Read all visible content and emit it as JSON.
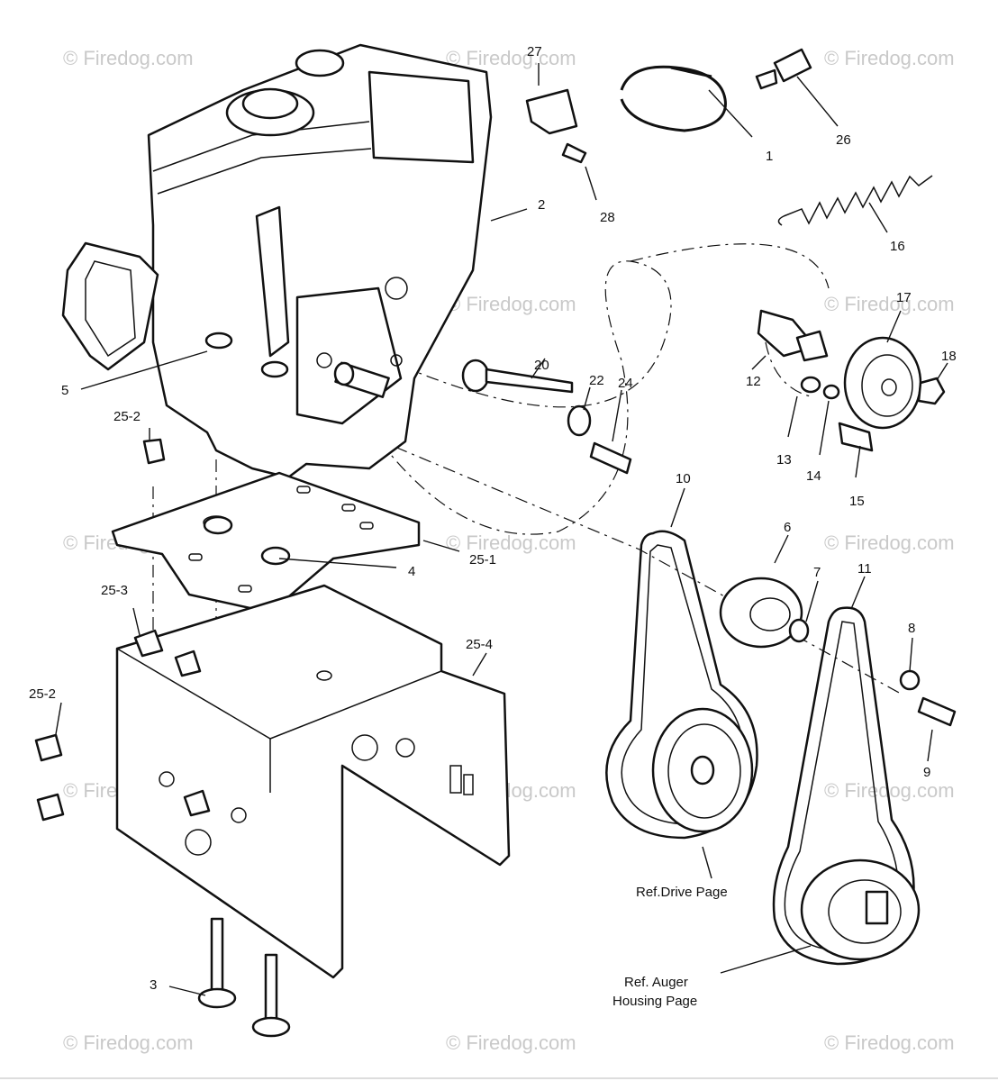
{
  "watermark": "© Firedog.com",
  "callouts": {
    "c1": "1",
    "c2": "2",
    "c3": "3",
    "c4": "4",
    "c5": "5",
    "c6": "6",
    "c7": "7",
    "c8": "8",
    "c9": "9",
    "c10": "10",
    "c11": "11",
    "c12": "12",
    "c13": "13",
    "c14": "14",
    "c15": "15",
    "c16": "16",
    "c17": "17",
    "c18": "18",
    "c20": "20",
    "c22": "22",
    "c24": "24",
    "c26": "26",
    "c27": "27",
    "c28": "28",
    "c25_1": "25-1",
    "c25_2a": "25-2",
    "c25_2b": "25-2",
    "c25_3": "25-3",
    "c25_4": "25-4"
  },
  "references": {
    "drive_page": "Ref.Drive Page",
    "auger_line1": "Ref. Auger",
    "auger_line2": "Housing Page"
  }
}
